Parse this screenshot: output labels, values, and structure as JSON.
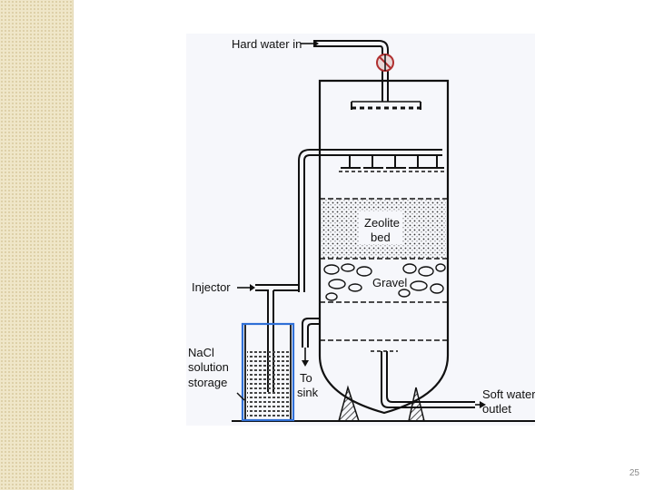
{
  "labels": {
    "hard_water_in": "Hard water in",
    "zeolite_line1": "Zeolite",
    "zeolite_line2": "bed",
    "gravel": "Gravel",
    "injector": "Injector",
    "nacl_line1": "NaCl",
    "nacl_line2": "solution",
    "nacl_line3": "storage",
    "to_sink_line1": "To",
    "to_sink_line2": "sink",
    "soft_water_line1": "Soft water",
    "soft_water_line2": "outlet"
  },
  "page_number": "25",
  "colors": {
    "highlight_box": "#2f6fd6",
    "valve": "#b03030",
    "strip": "#efe6c8"
  }
}
